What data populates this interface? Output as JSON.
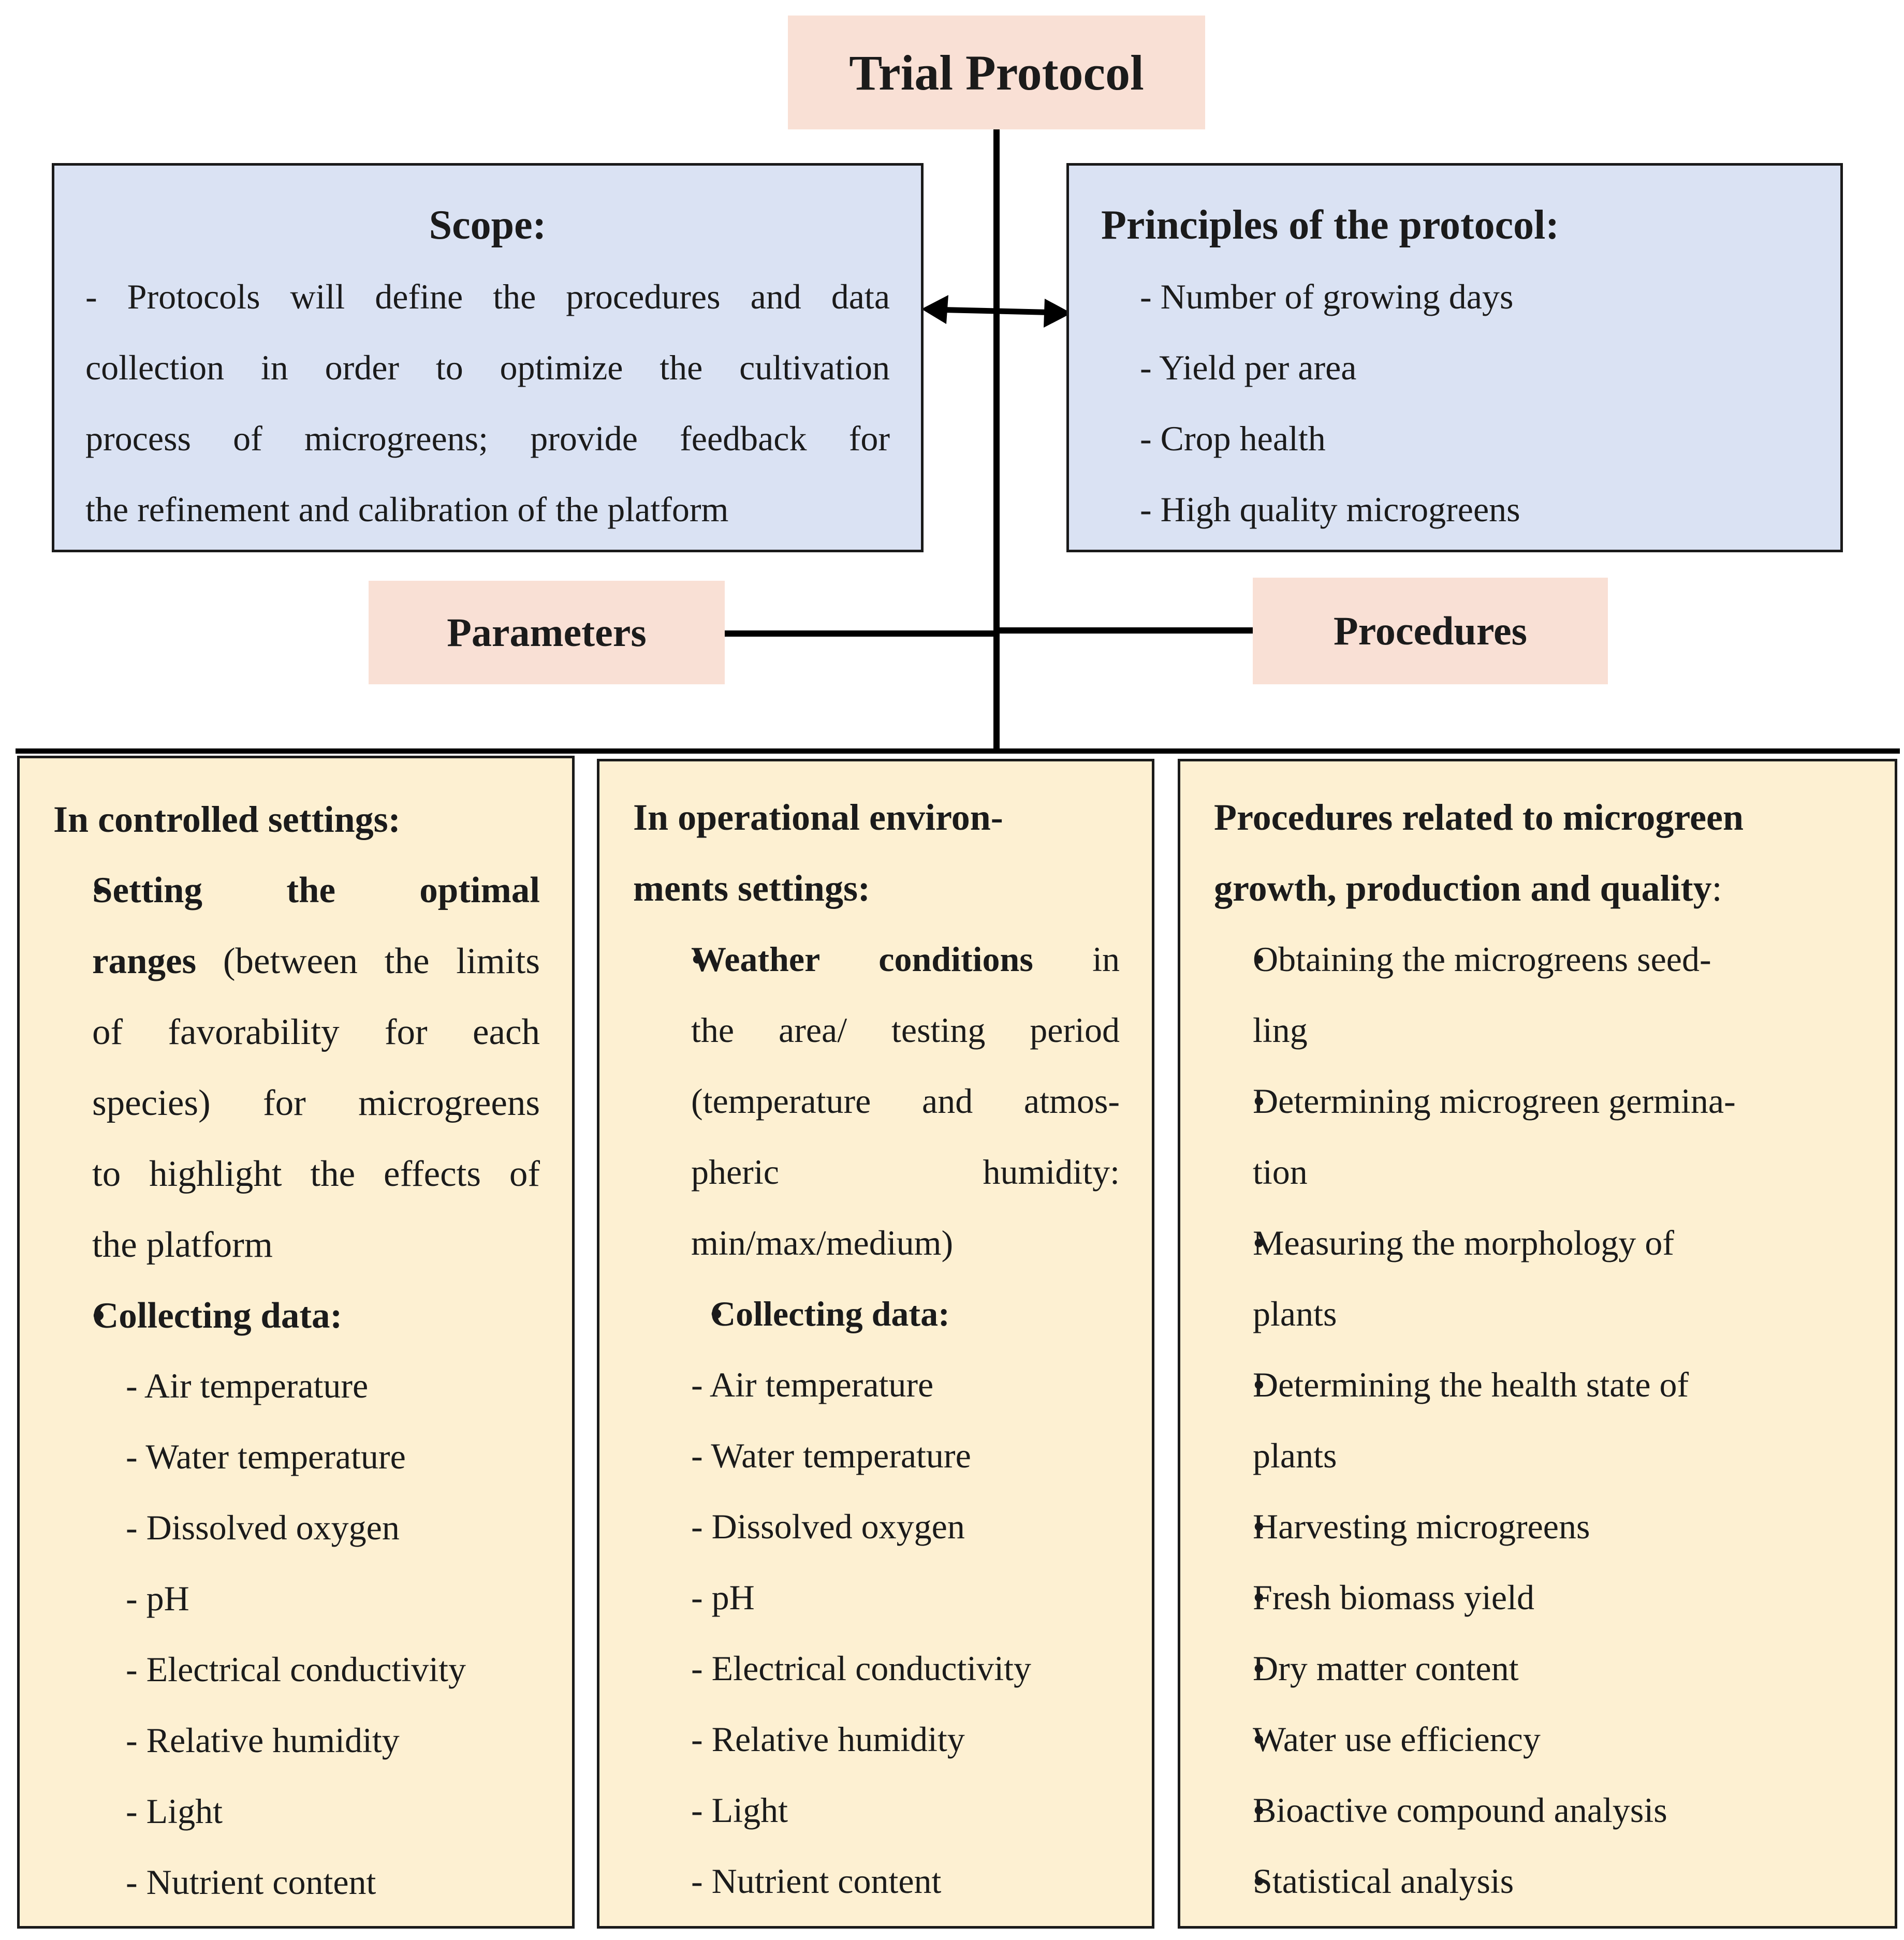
{
  "title": "Trial Protocol",
  "scope": {
    "heading": "Scope:",
    "lines": [
      "- Protocols will define the procedures and data",
      "collection in order to optimize the cultivation",
      "process of microgreens; provide feedback for",
      "the refinement and calibration of the platform"
    ]
  },
  "principles": {
    "heading": "Principles of the protocol:",
    "items": [
      "- Number of growing days",
      "- Yield per area",
      "- Crop health",
      "- High quality microgreens"
    ]
  },
  "parameters_label": "Parameters",
  "procedures_label": "Procedures",
  "controlled": {
    "heading": "In controlled settings:",
    "bullet1_bold_lines": [
      "Setting the optimal",
      "ranges"
    ],
    "bullet1_lines": [
      " (between the limits",
      "of favorability for each",
      "species) for microgreens",
      "to highlight the effects of",
      "the platform"
    ],
    "bullet2_bold": "Collecting data:",
    "items": [
      "- Air temperature",
      "- Water temperature",
      "- Dissolved oxygen",
      "- pH",
      "- Electrical conductivity",
      "- Relative humidity",
      "- Light",
      "- Nutrient content"
    ]
  },
  "operational": {
    "heading_lines": [
      "In operational environ-",
      "ments settings:"
    ],
    "bullet1_bold": "Weather conditions",
    "bullet1_first_suffix": " in",
    "bullet1_lines": [
      "the area/ testing period",
      "(temperature and atmos-",
      "pheric humidity:",
      "min/max/medium)"
    ],
    "bullet2_bold": "Collecting data:",
    "items": [
      "- Air temperature",
      "- Water temperature",
      "- Dissolved oxygen",
      "- pH",
      "- Electrical conductivity",
      "- Relative humidity",
      "- Light",
      "- Nutrient content"
    ]
  },
  "procedures_box": {
    "heading_lines": [
      "Procedures related to microgreen",
      "growth, production and quality"
    ],
    "heading_suffix": ":",
    "items": [
      [
        "Obtaining the microgreens seed-",
        "ling"
      ],
      [
        "Determining microgreen germina-",
        "tion"
      ],
      [
        "Measuring the morphology of",
        "plants"
      ],
      [
        "Determining the health state of",
        "plants"
      ],
      [
        "Harvesting microgreens"
      ],
      [
        "Fresh biomass yield"
      ],
      [
        "Dry matter content"
      ],
      [
        "Water use efficiency"
      ],
      [
        "Bioactive compound analysis"
      ],
      [
        "Statistical analysis"
      ]
    ]
  }
}
